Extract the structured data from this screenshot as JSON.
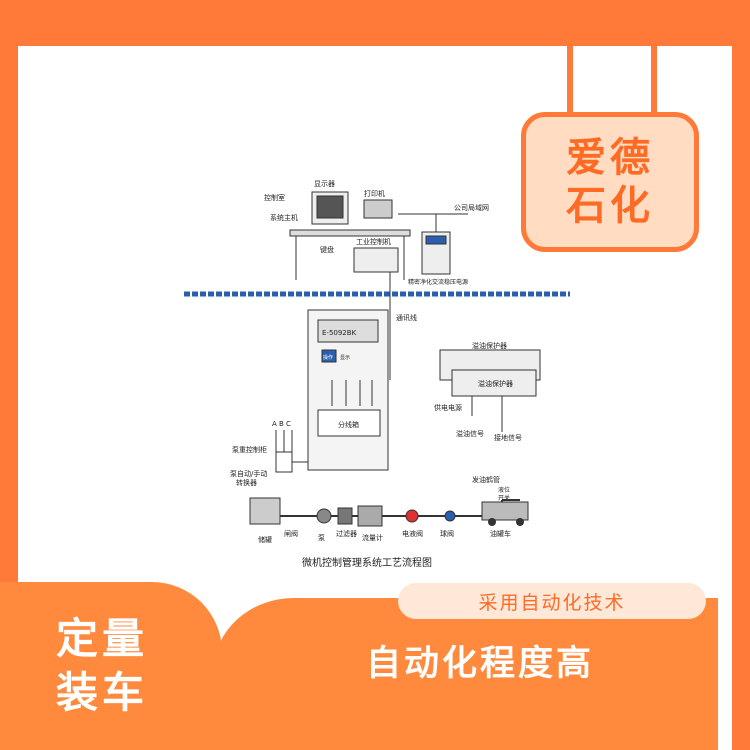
{
  "brand": {
    "line1": "爱德",
    "line2": "石化"
  },
  "diagram": {
    "caption": "微机控制管理系统工艺流程图",
    "labels": {
      "display": "显示器",
      "control_room": "控制室",
      "printer": "打印机",
      "host": "系统主机",
      "lan": "公司局域网",
      "ipc": "工业控制机",
      "keyboard": "键盘",
      "power_supply": "精密净化交流稳压电源",
      "comm_line": "通讯线",
      "controller_model": "E-5092BK",
      "operate": "操作",
      "display_small": "显示",
      "junction": "分线箱",
      "overflow1": "溢油保护器",
      "overflow2": "溢油保护器",
      "power_feed": "供电电源",
      "overflow_signal": "溢油信号",
      "ground_signal": "接地信号",
      "pump_cabinet": "泵重控制柜",
      "switch_label1": "泵自动/手动",
      "switch_label2": "转换器",
      "abc": "A B C",
      "tank": "储罐",
      "gate_valve": "闸阀",
      "pump": "泵",
      "filter": "过滤器",
      "flowmeter": "流量计",
      "solenoid_valve": "电液阀",
      "ball_valve": "球阀",
      "loading_arm": "发油鹤管",
      "level_switch1": "液位",
      "level_switch2": "开关",
      "tanker": "油罐车"
    }
  },
  "bottom": {
    "left_line1": "定量",
    "left_line2": "装车",
    "pill_text": "采用自动化技术",
    "headline": "自动化程度高"
  },
  "colors": {
    "accent": "#ff7a38",
    "badge_bg": "#ffdcc2",
    "pill_bg": "#ffe8d8",
    "diagram_blue": "#2a5fb0"
  }
}
